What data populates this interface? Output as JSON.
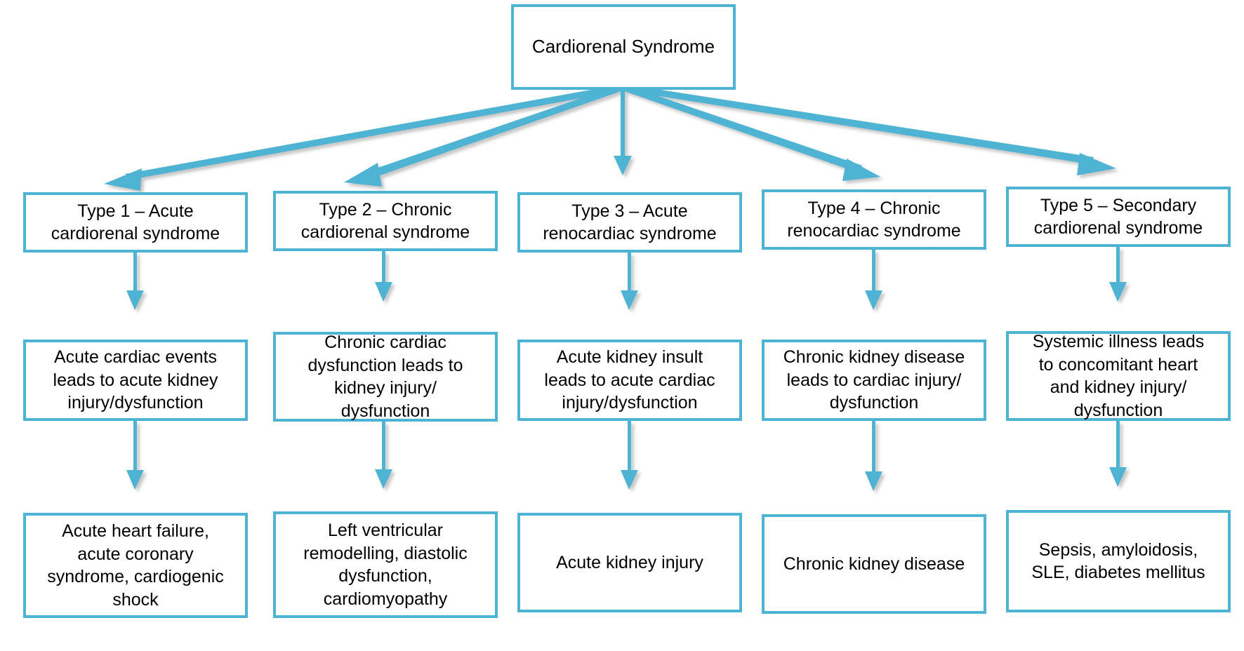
{
  "diagram": {
    "title": "Cardiorenal Syndrome",
    "root": {
      "id": "root",
      "label": "Cardiorenal Syndrome"
    },
    "colors": {
      "border": "#4FB3D4",
      "arrow": "#4FB3D4",
      "text": "#000000",
      "background": "#FFFFFF",
      "shadow": "#BFBFBF"
    },
    "columns": [
      {
        "type": "Type 1 – Acute\ncardiorenal syndrome",
        "mechanism": "Acute cardiac events\nleads to acute kidney\ninjury/dysfunction",
        "outcome": "Acute heart failure,\nacute coronary\nsyndrome, cardiogenic\nshock"
      },
      {
        "type": "Type 2 – Chronic\ncardiorenal syndrome",
        "mechanism": "Chronic cardiac\ndysfunction leads to\nkidney injury/\ndysfunction",
        "outcome": "Left ventricular\nremodelling, diastolic\ndysfunction,\ncardiomyopathy"
      },
      {
        "type": "Type 3 – Acute\nrenocardiac syndrome",
        "mechanism": "Acute kidney insult\nleads to acute cardiac\ninjury/dysfunction",
        "outcome": "Acute kidney injury"
      },
      {
        "type": "Type 4 – Chronic\nrenocardiac syndrome",
        "mechanism": "Chronic kidney disease\nleads to cardiac injury/\ndysfunction",
        "outcome": "Chronic kidney disease"
      },
      {
        "type": "Type 5 – Secondary\ncardiorenal syndrome",
        "mechanism": "Systemic illness leads\nto concomitant heart\nand kidney injury/\ndysfunction",
        "outcome": "Sepsis, amyloidosis,\nSLE, diabetes mellitus"
      }
    ]
  },
  "chart_data": {
    "type": "diagram",
    "title": "Cardiorenal Syndrome",
    "layout": "top-down tree, 1 root fanning out to 5 columns, each column 3 stacked nodes linked by downward arrows",
    "nodes": [
      {
        "id": "root",
        "row": 0,
        "col": 0,
        "text": "Cardiorenal Syndrome"
      },
      {
        "id": "type-1",
        "row": 1,
        "col": 1,
        "text": "Type 1 – Acute cardiorenal syndrome"
      },
      {
        "id": "type-2",
        "row": 1,
        "col": 2,
        "text": "Type 2 – Chronic cardiorenal syndrome"
      },
      {
        "id": "type-3",
        "row": 1,
        "col": 3,
        "text": "Type 3 – Acute renocardiac syndrome"
      },
      {
        "id": "type-4",
        "row": 1,
        "col": 4,
        "text": "Type 4 – Chronic renocardiac syndrome"
      },
      {
        "id": "type-5",
        "row": 1,
        "col": 5,
        "text": "Type 5 – Secondary cardiorenal syndrome"
      },
      {
        "id": "mech-1",
        "row": 2,
        "col": 1,
        "text": "Acute cardiac events leads to acute kidney injury/dysfunction"
      },
      {
        "id": "mech-2",
        "row": 2,
        "col": 2,
        "text": "Chronic cardiac dysfunction leads to kidney injury/dysfunction"
      },
      {
        "id": "mech-3",
        "row": 2,
        "col": 3,
        "text": "Acute kidney insult leads to acute cardiac injury/dysfunction"
      },
      {
        "id": "mech-4",
        "row": 2,
        "col": 4,
        "text": "Chronic kidney disease leads to cardiac injury/dysfunction"
      },
      {
        "id": "mech-5",
        "row": 2,
        "col": 5,
        "text": "Systemic illness leads to concomitant heart and kidney injury/dysfunction"
      },
      {
        "id": "out-1",
        "row": 3,
        "col": 1,
        "text": "Acute heart failure, acute coronary syndrome, cardiogenic shock"
      },
      {
        "id": "out-2",
        "row": 3,
        "col": 2,
        "text": "Left ventricular remodelling, diastolic dysfunction, cardiomyopathy"
      },
      {
        "id": "out-3",
        "row": 3,
        "col": 3,
        "text": "Acute kidney injury"
      },
      {
        "id": "out-4",
        "row": 3,
        "col": 4,
        "text": "Chronic kidney disease"
      },
      {
        "id": "out-5",
        "row": 3,
        "col": 5,
        "text": "Sepsis, amyloidosis, SLE, diabetes mellitus"
      }
    ],
    "edges": [
      {
        "from": "root",
        "to": "type-1"
      },
      {
        "from": "root",
        "to": "type-2"
      },
      {
        "from": "root",
        "to": "type-3"
      },
      {
        "from": "root",
        "to": "type-4"
      },
      {
        "from": "root",
        "to": "type-5"
      },
      {
        "from": "type-1",
        "to": "mech-1"
      },
      {
        "from": "type-2",
        "to": "mech-2"
      },
      {
        "from": "type-3",
        "to": "mech-3"
      },
      {
        "from": "type-4",
        "to": "mech-4"
      },
      {
        "from": "type-5",
        "to": "mech-5"
      },
      {
        "from": "mech-1",
        "to": "out-1"
      },
      {
        "from": "mech-2",
        "to": "out-2"
      },
      {
        "from": "mech-3",
        "to": "out-3"
      },
      {
        "from": "mech-4",
        "to": "out-4"
      },
      {
        "from": "mech-5",
        "to": "out-5"
      }
    ]
  }
}
